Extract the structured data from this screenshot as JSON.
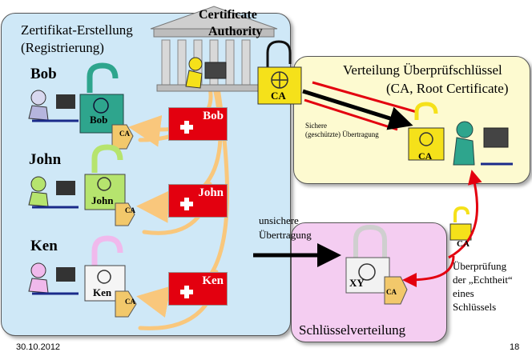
{
  "registration": {
    "title_line1": "Zertifikat-Erstellung",
    "title_line2": "(Registrierung)",
    "people": [
      {
        "name": "Bob",
        "lock_label": "Bob",
        "cert_label": "CA",
        "card_label": "Bob",
        "lock_color": "#2ea58d"
      },
      {
        "name": "John",
        "lock_label": "John",
        "cert_label": "CA",
        "card_label": "John",
        "lock_color": "#b6e46e"
      },
      {
        "name": "Ken",
        "lock_label": "Ken",
        "cert_label": "CA",
        "card_label": "Ken",
        "lock_color": "#f0b9ec"
      }
    ]
  },
  "ca": {
    "title_line1": "Certificate",
    "title_line2": "Authority",
    "lock_label": "CA"
  },
  "distribution": {
    "title_line1": "Verteilung Überprüfschlüssel",
    "title_line2": "(CA, Root Certificate)",
    "lock_label": "CA",
    "secure_line1": "Sichere",
    "secure_line2": "(geschützte) Übertragung"
  },
  "insecure": {
    "line1": "unsichere",
    "line2": "Übertragung"
  },
  "key_distribution": {
    "title": "Schlüsselverteilung",
    "lock_label": "XY",
    "cert_label": "CA"
  },
  "verification": {
    "lock_label": "CA",
    "line1": "Überprüfung",
    "line2": "der „Echtheit“",
    "line3": "eines",
    "line4": "Schlüssels"
  },
  "footer": {
    "date": "30.10.2012",
    "page": "18"
  },
  "colors": {
    "registration_bg": "#cfe8f7",
    "distribution_bg": "#fdfad0",
    "key_bg": "#f4cdf1",
    "ca_lock": "#f5e11a",
    "card_red": "#e3000f",
    "flow_orange": "#f9c77c",
    "arrow_red": "#e3000f"
  }
}
